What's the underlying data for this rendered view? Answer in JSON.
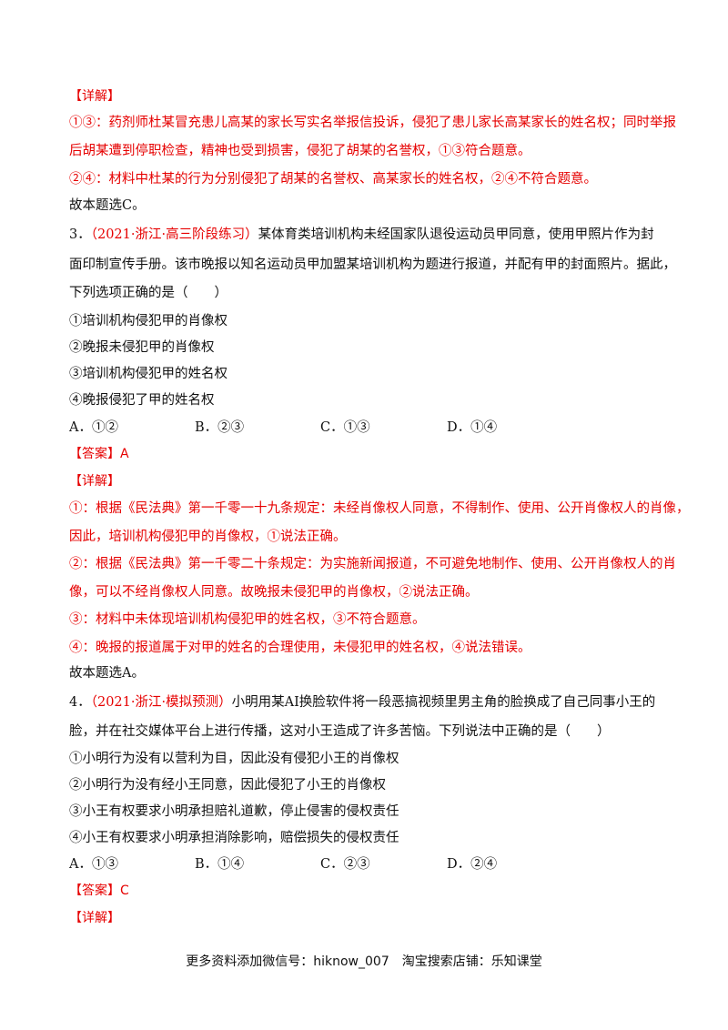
{
  "detail1": {
    "heading": "【详解】",
    "lines": [
      "①③：药剂师杜某冒充患儿高某的家长写实名举报信投诉，侵犯了患儿家长高某家长的姓名权；同时举报",
      "后胡某遭到停职检查，精神也受到损害，侵犯了胡某的名誉权，①③符合题意。",
      "②④：材料中杜某的行为分别侵犯了胡某的名誉权、高某家长的姓名权，②④不符合题意。"
    ],
    "conclusion": "故本题选C。"
  },
  "q3": {
    "number": "3．",
    "source": "（2021·浙江·高三阶段练习）",
    "stem_lines": [
      "某体育类培训机构未经国家队退役运动员甲同意，使用甲照片作为封",
      "面印制宣传手册。该市晚报以知名运动员甲加盟某培训机构为题进行报道，并配有甲的封面照片。据此，",
      "下列选项正确的是（　　）"
    ],
    "statements": [
      "①培训机构侵犯甲的肖像权",
      "②晚报未侵犯甲的肖像权",
      "③培训机构侵犯甲的姓名权",
      "④晚报侵犯了甲的姓名权"
    ],
    "options": [
      "A．①②",
      "B．②③",
      "C．①③",
      "D．①④"
    ],
    "answer": "【答案】A",
    "detail_heading": "【详解】",
    "detail_lines": [
      "①：根据《民法典》第一千零一十九条规定：未经肖像权人同意，不得制作、使用、公开肖像权人的肖像，",
      "因此，培训机构侵犯甲的肖像权，①说法正确。",
      "②：根据《民法典》第一千零二十条规定：为实施新闻报道，不可避免地制作、使用、公开肖像权人的肖",
      "像，可以不经肖像权人同意。故晚报未侵犯甲的肖像权，②说法正确。",
      "③：材料中未体现培训机构侵犯甲的姓名权，③不符合题意。",
      "④：晚报的报道属于对甲的姓名的合理使用，未侵犯甲的姓名权，④说法错误。"
    ],
    "conclusion": "故本题选A。"
  },
  "q4": {
    "number": "4．",
    "source": "（2021·浙江·模拟预测）",
    "stem_lines": [
      "小明用某AI换脸软件将一段恶搞视频里男主角的脸换成了自己同事小王的",
      "脸，并在社交媒体平台上进行传播，这对小王造成了许多苦恼。下列说法中正确的是（　　）"
    ],
    "statements": [
      "①小明行为没有以营利为目，因此没有侵犯小王的肖像权",
      "②小明行为没有经小王同意，因此侵犯了小王的肖像权",
      "③小王有权要求小明承担赔礼道歉，停止侵害的侵权责任",
      "④小王有权要求小明承担消除影响，赔偿损失的侵权责任"
    ],
    "options": [
      "A．①③",
      "B．①④",
      "C．②③",
      "D．②④"
    ],
    "answer": "【答案】C",
    "detail_heading": "【详解】"
  },
  "footer": {
    "text": "更多资料添加微信号：hiknow_007　淘宝搜索店铺：乐知课堂"
  },
  "colors": {
    "accent": "#e60000",
    "text": "#111111"
  }
}
